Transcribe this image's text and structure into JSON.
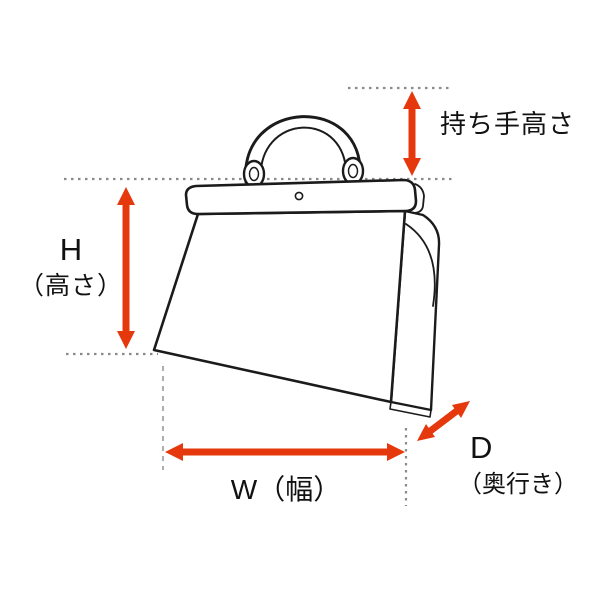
{
  "diagram": {
    "labels": {
      "handle_height": "持ち手高さ",
      "height_symbol": "H",
      "height_caption": "（高さ）",
      "width": "W（幅）",
      "depth_symbol": "D",
      "depth_caption": "（奥行き）"
    },
    "colors": {
      "arrow": "#E5380D",
      "outline": "#1B1B1B",
      "guide": "#8A8A8A"
    }
  }
}
